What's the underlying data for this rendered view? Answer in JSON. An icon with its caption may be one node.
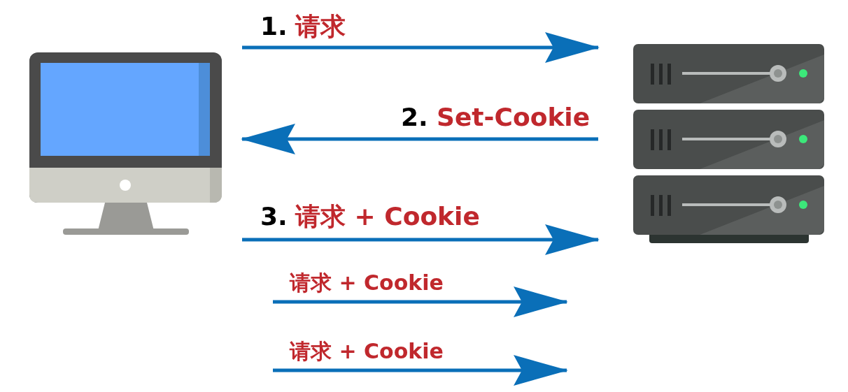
{
  "diagram": {
    "nodes": [
      {
        "text": [],
        "shape": "picture"
      },
      {
        "text": [],
        "shape": "picture"
      }
    ],
    "edges": [
      {
        "from": 0,
        "to": 1,
        "arrow": "to",
        "label": "请求"
      },
      {
        "from": 1,
        "to": 0,
        "arrow": "to",
        "label": "Set-Cookie"
      },
      {
        "from": 0,
        "to": 1,
        "arrow": "to",
        "label": "请求 + Cookie"
      }
    ],
    "labels": [
      "1.",
      "2.",
      "3.",
      "请求 + Cookie",
      "请求 + Cookie"
    ]
  }
}
